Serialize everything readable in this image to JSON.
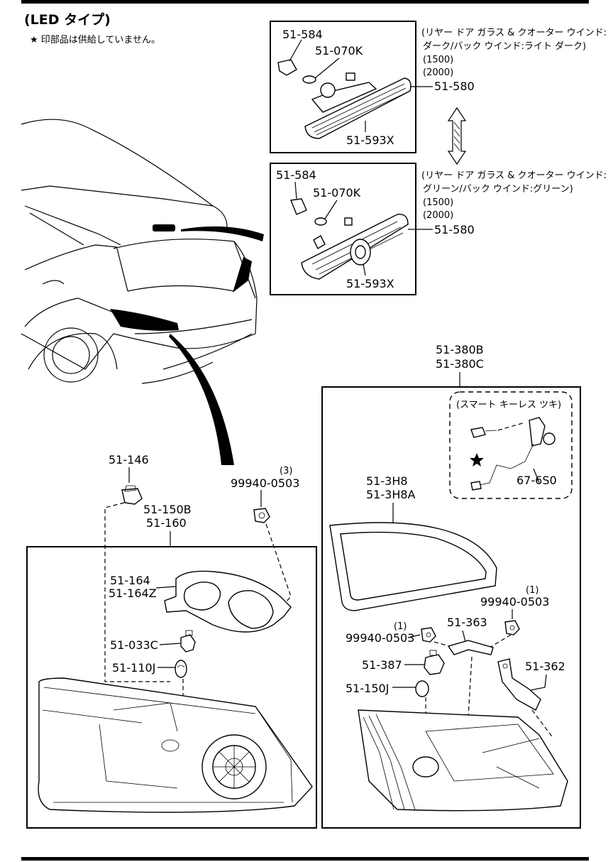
{
  "header": {
    "title": "(LED タイプ)",
    "note": "★ 印部品は供給していません。"
  },
  "upper_option_1": {
    "part_bulb_socket": "51-584",
    "part_bulb": "51-070K",
    "part_lens": "51-593X",
    "part_assembly": "51-580",
    "desc_line1": "(リヤー ドア ガラス & クオーター ウインド:",
    "desc_line2": "ダーク/バック ウインド:ライト ダーク)",
    "desc_line3": "(1500)",
    "desc_line4": "(2000)"
  },
  "upper_option_2": {
    "part_bulb_socket": "51-584",
    "part_bulb": "51-070K",
    "part_lens": "51-593X",
    "part_assembly": "51-580",
    "desc_line1": "(リヤー ドア ガラス & クオーター ウインド:",
    "desc_line2": "グリーン/バック ウインド:グリーン)",
    "desc_line3": "(1500)",
    "desc_line4": "(2000)"
  },
  "left_group": {
    "part_socket": "51-146",
    "nut_qty": "(3)",
    "nut_part": "99940-0503",
    "assembly_1": "51-150B",
    "assembly_2": "51-160",
    "gasket_1": "51-164",
    "gasket_2": "51-164Z",
    "socket_c": "51-033C",
    "bulb_j": "51-110J"
  },
  "right_group": {
    "assembly_1": "51-380B",
    "assembly_2": "51-380C",
    "keyless_title": "(スマート キーレス ツキ)",
    "keyless_part": "67-6S0",
    "gasket_1": "51-3H8",
    "gasket_2": "51-3H8A",
    "nut_qty_a": "(1)",
    "nut_part_a": "99940-0503",
    "nut_qty_b": "(1)",
    "nut_part_b": "99940-0503",
    "bracket": "51-363",
    "socket": "51-387",
    "cover": "51-362",
    "bulb": "51-150J"
  }
}
